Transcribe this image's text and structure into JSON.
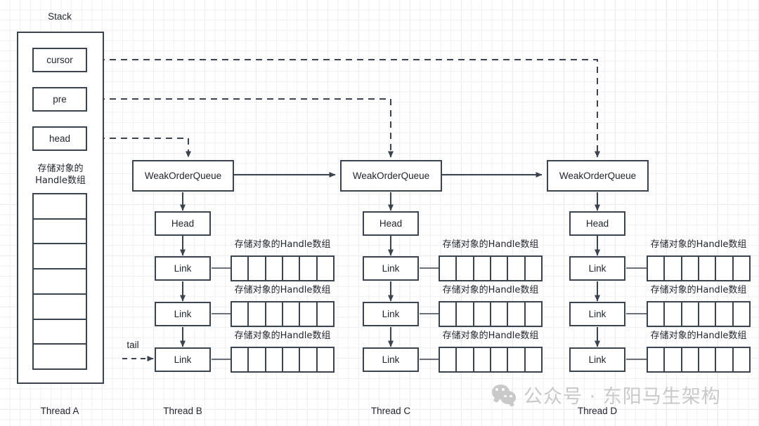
{
  "diagram": {
    "title_label": "Stack",
    "stack": {
      "fields": [
        {
          "label": "cursor"
        },
        {
          "label": "pre"
        },
        {
          "label": "head"
        }
      ],
      "array_caption": "存储对象的\nHandle数组",
      "array_caption_line1": "存储对象的",
      "array_caption_line2": "Handle数组",
      "array_cell_count": 7
    },
    "tail_label": "tail",
    "queues": [
      {
        "queue_label": "WeakOrderQueue",
        "head_label": "Head",
        "links": [
          {
            "label": "Link",
            "array_caption": "存储对象的Handle数组",
            "cells": 6
          },
          {
            "label": "Link",
            "array_caption": "存储对象的Handle数组",
            "cells": 6
          },
          {
            "label": "Link",
            "array_caption": "存储对象的Handle数组",
            "cells": 6
          }
        ]
      },
      {
        "queue_label": "WeakOrderQueue",
        "head_label": "Head",
        "links": [
          {
            "label": "Link",
            "array_caption": "存储对象的Handle数组",
            "cells": 6
          },
          {
            "label": "Link",
            "array_caption": "存储对象的Handle数组",
            "cells": 6
          },
          {
            "label": "Link",
            "array_caption": "存储对象的Handle数组",
            "cells": 6
          }
        ]
      },
      {
        "queue_label": "WeakOrderQueue",
        "head_label": "Head",
        "links": [
          {
            "label": "Link",
            "array_caption": "存储对象的Handle数组",
            "cells": 6
          },
          {
            "label": "Link",
            "array_caption": "存储对象的Handle数组",
            "cells": 6
          },
          {
            "label": "Link",
            "array_caption": "存储对象的Handle数组",
            "cells": 6
          }
        ]
      }
    ],
    "thread_labels": [
      "Thread A",
      "Thread B",
      "Thread C",
      "Thread D"
    ],
    "watermark_text": "公众号 · 东阳马生架构",
    "colors": {
      "stroke": "#3a4350",
      "text": "#20262e",
      "background": "#ffffff",
      "grid_minor": "#f0f0f0",
      "grid_major": "#e4e4e4",
      "watermark": "#c9c9c9"
    }
  }
}
